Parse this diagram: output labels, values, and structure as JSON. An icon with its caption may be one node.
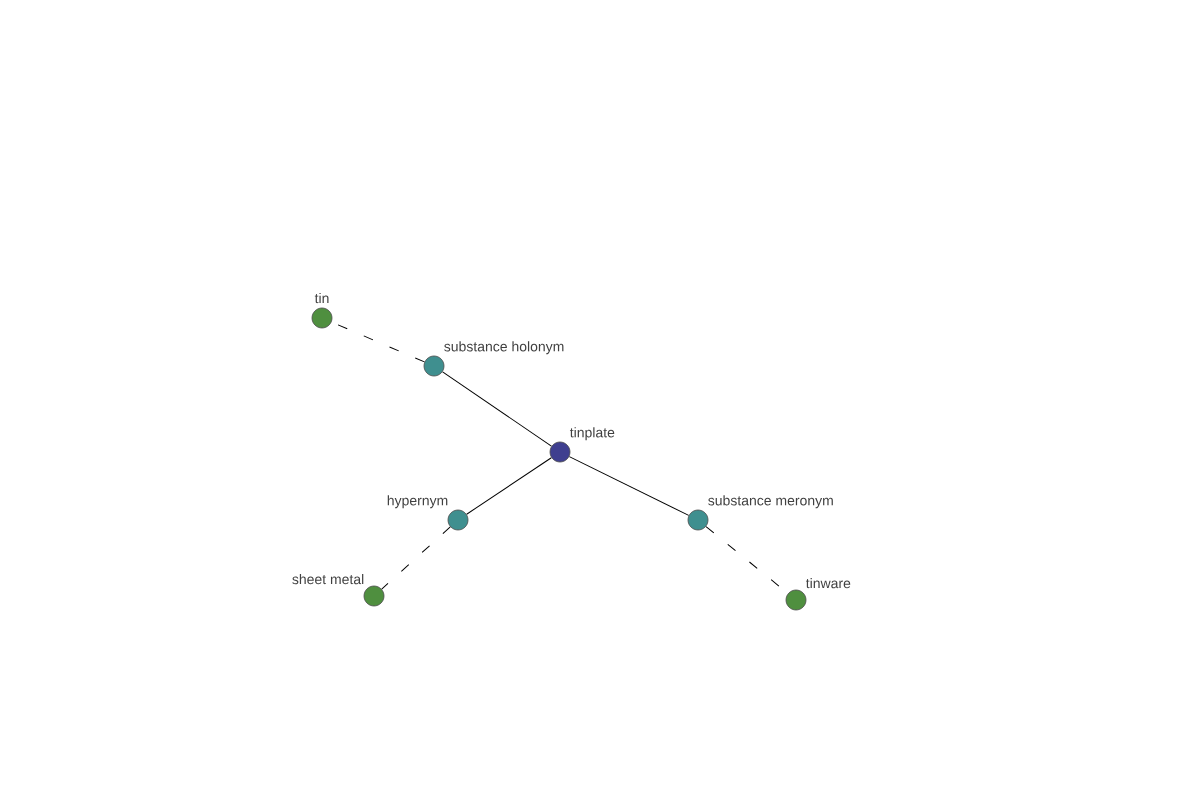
{
  "diagram": {
    "nodes": [
      {
        "text": [
          "tinplate"
        ]
      },
      {
        "text": [
          "substance holonym"
        ]
      },
      {
        "text": [
          "hypernym"
        ]
      },
      {
        "text": [
          "substance meronym"
        ]
      },
      {
        "text": [
          "tin"
        ]
      },
      {
        "text": [
          "sheet metal"
        ]
      },
      {
        "text": [
          "tinware"
        ]
      }
    ],
    "edges": [
      {
        "from": 0,
        "to": 1,
        "arrow": "none"
      },
      {
        "from": 1,
        "to": 4,
        "arrow": "none",
        "style": "dashed"
      },
      {
        "from": 0,
        "to": 2,
        "arrow": "none"
      },
      {
        "from": 2,
        "to": 5,
        "arrow": "none",
        "style": "dashed"
      },
      {
        "from": 0,
        "to": 3,
        "arrow": "none"
      },
      {
        "from": 3,
        "to": 6,
        "arrow": "none",
        "style": "dashed"
      }
    ]
  }
}
